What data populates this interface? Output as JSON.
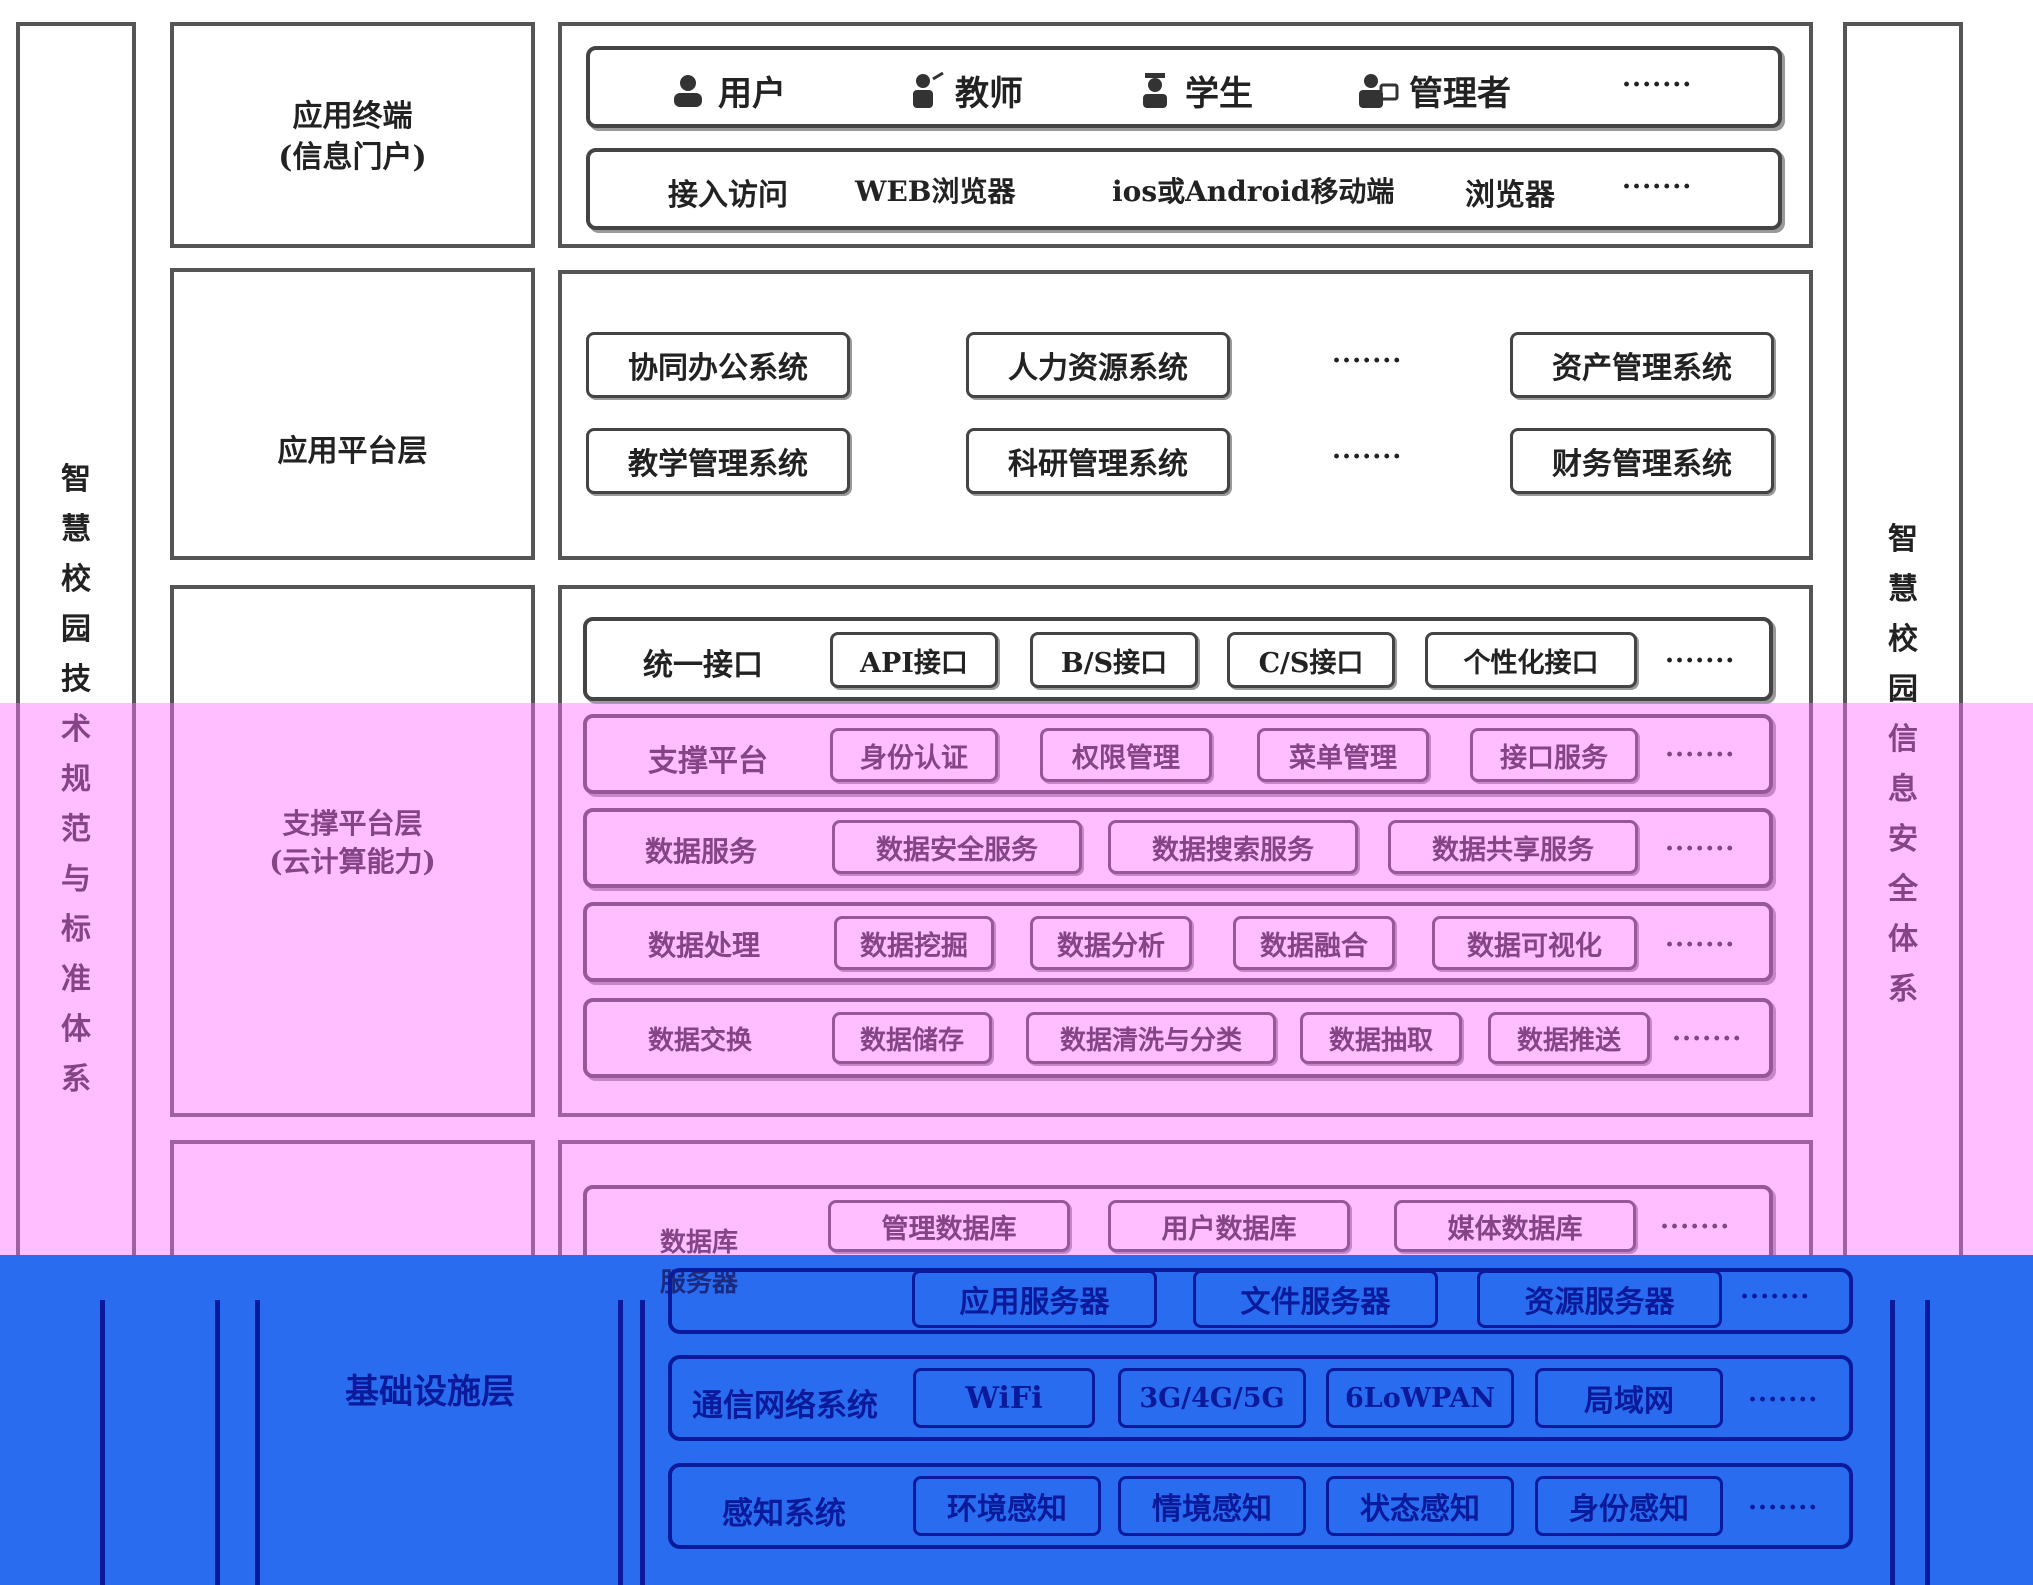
{
  "left_side_label": "智慧校园技术规范与标准体系",
  "right_side_label": "智慧校园信息安全体系",
  "layers": {
    "terminal": {
      "title_line1": "应用终端",
      "title_line2": "(信息门户)",
      "roles": [
        "用户",
        "教师",
        "学生",
        "管理者"
      ],
      "roles_more": "·······",
      "access_label": "接入访问",
      "access_items": [
        "WEB浏览器",
        "ios或Android移动端",
        "浏览器"
      ],
      "access_more": "·······"
    },
    "app_platform": {
      "title": "应用平台层",
      "row1": [
        "协同办公系统",
        "人力资源系统",
        "资产管理系统"
      ],
      "row2": [
        "教学管理系统",
        "科研管理系统",
        "财务管理系统"
      ],
      "more": "·······"
    },
    "support": {
      "title_line1": "支撑平台层",
      "title_line2": "(云计算能力)",
      "rows": [
        {
          "label": "统一接口",
          "items": [
            "API接口",
            "B/S接口",
            "C/S接口",
            "个性化接口"
          ]
        },
        {
          "label": "支撑平台",
          "items": [
            "身份认证",
            "权限管理",
            "菜单管理",
            "接口服务"
          ]
        },
        {
          "label": "数据服务",
          "items": [
            "数据安全服务",
            "数据搜索服务",
            "数据共享服务"
          ]
        },
        {
          "label": "数据处理",
          "items": [
            "数据挖掘",
            "数据分析",
            "数据融合",
            "数据可视化"
          ]
        },
        {
          "label": "数据交换",
          "items": [
            "数据储存",
            "数据清洗与分类",
            "数据抽取",
            "数据推送"
          ]
        }
      ],
      "more": "·······"
    },
    "infra": {
      "title": "基础设施层",
      "db_label": "数据库",
      "db_items": [
        "管理数据库",
        "用户数据库",
        "媒体数据库"
      ],
      "server_label": "服务器",
      "server_items": [
        "应用服务器",
        "文件服务器",
        "资源服务器"
      ],
      "network_label": "通信网络系统",
      "network_items": [
        "WiFi",
        "3G/4G/5G",
        "6LoWPAN",
        "局域网"
      ],
      "sense_label": "感知系统",
      "sense_items": [
        "环境感知",
        "情境感知",
        "状态感知",
        "身份感知"
      ],
      "more": "·······"
    }
  }
}
